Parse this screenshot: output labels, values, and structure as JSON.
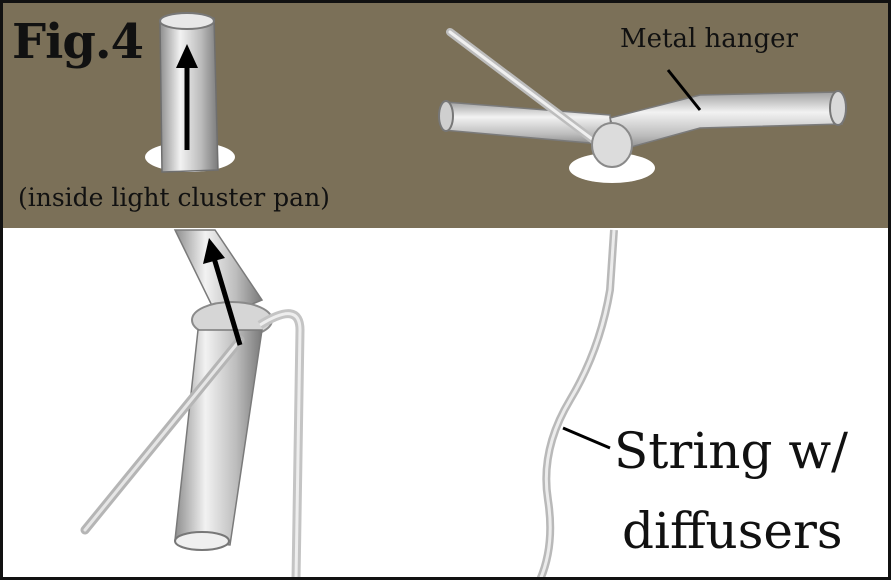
{
  "figure": {
    "title": "Fig.4",
    "pan_note": "(inside light cluster pan)",
    "hanger_label": "Metal hanger",
    "string_label_line1": "String w/",
    "string_label_line2": "diffusers"
  },
  "colors": {
    "band": "#7b7058",
    "frame": "#111111",
    "tube": "#c9c9c9",
    "arrow": "#000000"
  }
}
